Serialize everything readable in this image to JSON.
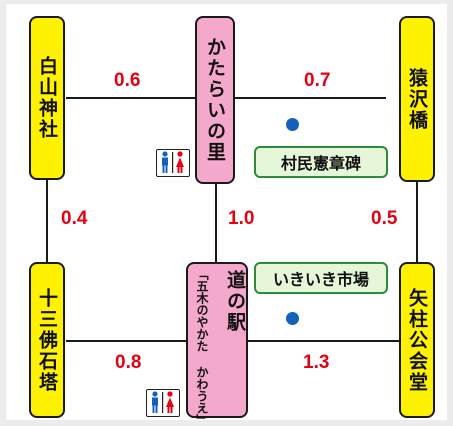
{
  "nodes": {
    "hakusan": "白山神社",
    "katarai": "かたらいの里",
    "sawabashi": "猿沢橋",
    "jusan": "十三佛石塔",
    "michinoeki": "道の駅",
    "michinoeki_sub": "「五木のやかた かわうえ」",
    "yabashira": "矢柱公会堂"
  },
  "distances": {
    "hakusan_katarai": "0.6",
    "katarai_sawabashi": "0.7",
    "hakusan_jusan": "0.4",
    "katarai_michinoeki": "1.0",
    "sawabashi_yabashira": "0.5",
    "jusan_michinoeki": "0.8",
    "michinoeki_yabashira": "1.3"
  },
  "landmarks": {
    "sonmin_kensho": "村民憲章碑",
    "ikiiki_ichiba": "いきいき市場"
  },
  "icons": {
    "toilet": "toilet-icon",
    "poi_dot": "location-dot-icon"
  },
  "colors": {
    "node_yellow": "#fff200",
    "node_pink": "#f4a8cb",
    "distance_red": "#e60012",
    "landmark_green": "#2e8b3a",
    "dot_blue": "#1560bd"
  }
}
